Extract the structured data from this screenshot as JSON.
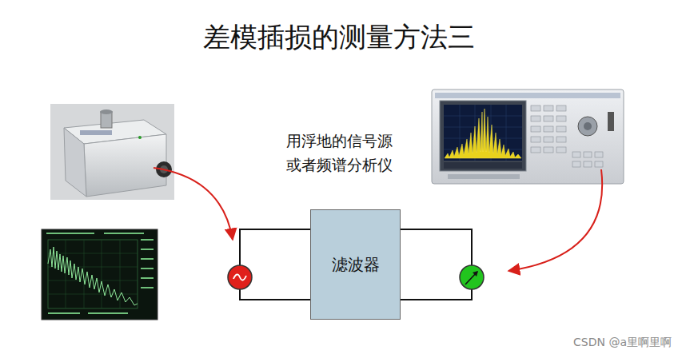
{
  "diagram": {
    "title": "差模插损的测量方法三",
    "nodes": [
      {
        "text": [
          "滤波器"
        ]
      }
    ],
    "labels": [
      "用浮地的信号源",
      "或者频谱分析仪",
      "CSDN @a里啊里啊"
    ]
  }
}
